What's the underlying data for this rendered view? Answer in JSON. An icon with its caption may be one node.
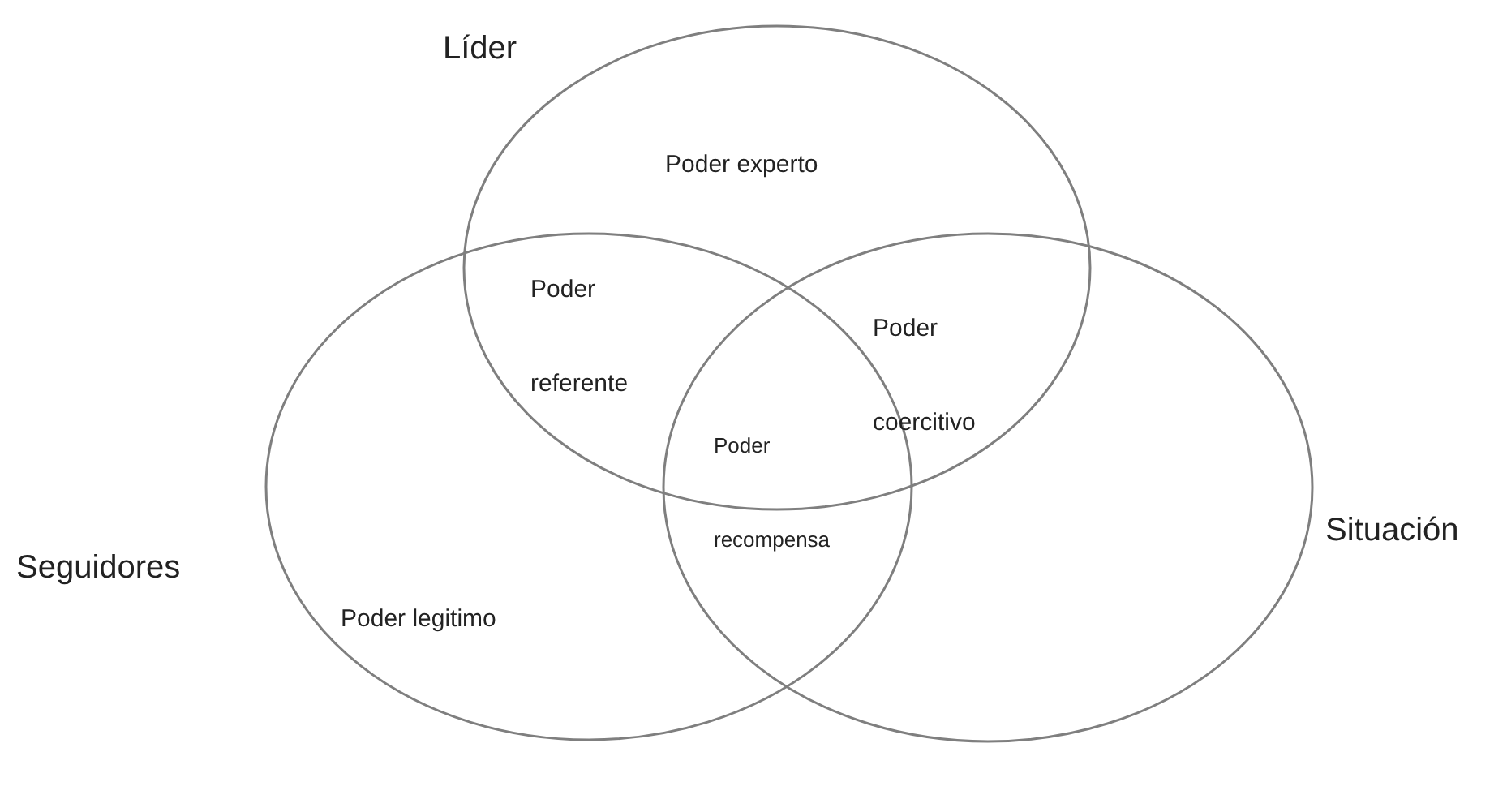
{
  "diagram": {
    "nodes": [
      {
        "text": [
          "Líder"
        ]
      },
      {
        "text": [
          "Seguidores"
        ]
      },
      {
        "text": [
          "Situación"
        ]
      }
    ],
    "labels": [
      "Poder experto",
      "Poder referente",
      "Poder coercitivo",
      "Poder recompensa",
      "Poder legitimo"
    ]
  }
}
